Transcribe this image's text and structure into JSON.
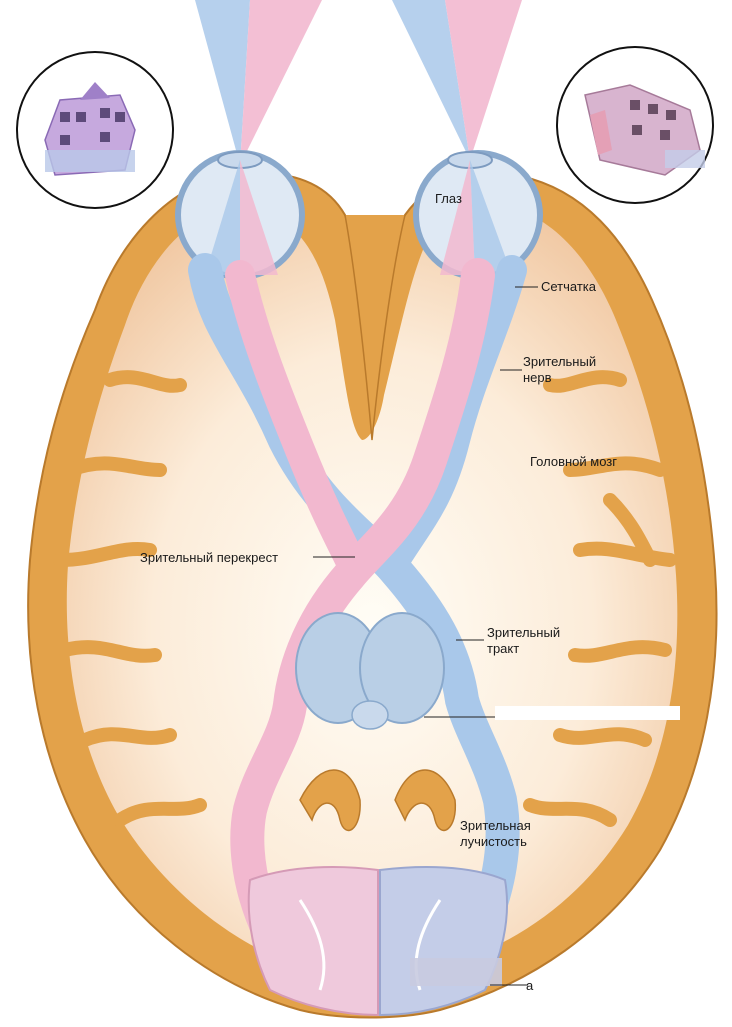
{
  "labels": {
    "eye": "Глаз",
    "retina": "Сетчатка",
    "optic_nerve_line1": "Зрительный",
    "optic_nerve_line2": "нерв",
    "brain": "Головной мозг",
    "optic_chiasm": "Зрительный перекрест",
    "optic_tract_line1": "Зрительный",
    "optic_tract_line2": "тракт",
    "optic_radiation_line1": "Зрительная",
    "optic_radiation_line2": "лучистость",
    "partial_bottom": "а"
  },
  "colors": {
    "cortex": "#e3a24a",
    "cortex_edge": "#b97a2c",
    "white_matter": "#fbe7d2",
    "pink_path": "#f2b8cf",
    "blue_path": "#a9c8ea",
    "nucleus": "#b9cfe6",
    "occipital_pink": "#efc9dc",
    "occipital_blue": "#c4cde8"
  },
  "icons": [
    "left-house-image",
    "right-house-image"
  ]
}
